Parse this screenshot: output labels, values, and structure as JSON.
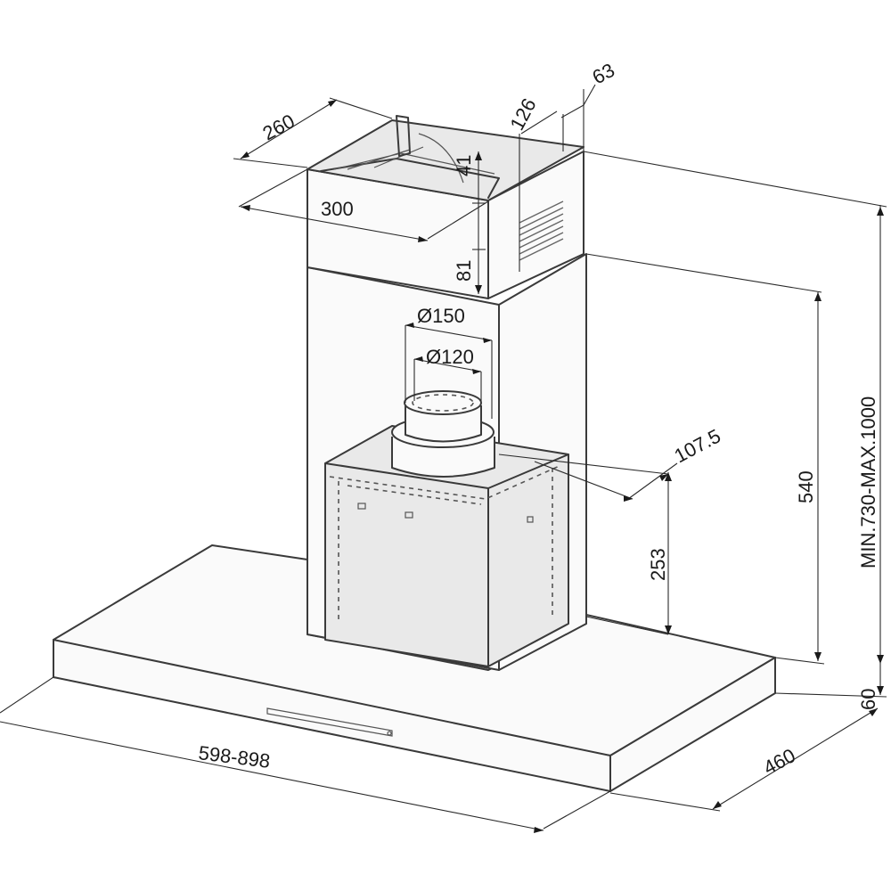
{
  "dimensions": {
    "d260": "260",
    "d126": "126",
    "d63": "63",
    "d41": "41",
    "d300": "300",
    "d81": "81",
    "d150": "Ø150",
    "d120": "Ø120",
    "d107": "107.5",
    "d253": "253",
    "d540": "540",
    "dminmax": "MIN.730-MAX.1000",
    "d60": "60",
    "d460": "460",
    "d598": "598-898"
  }
}
